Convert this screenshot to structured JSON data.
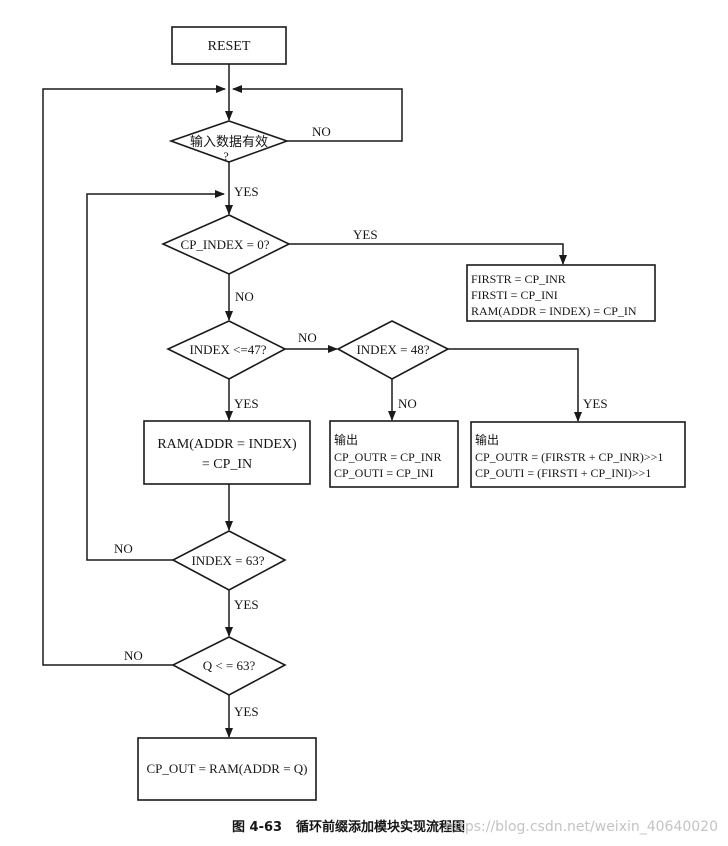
{
  "nodes": {
    "reset": "RESET",
    "input_valid_line1": "输入数据有效",
    "input_valid_line2": "?",
    "cp_index_check": "CP_INDEX = 0?",
    "first_block": [
      "FIRSTR = CP_INR",
      "FIRSTI = CP_INI",
      "RAM(ADDR = INDEX) = CP_IN"
    ],
    "index_le_47": "INDEX <=47?",
    "index_eq_48": "INDEX = 48?",
    "ram_write_line1": "RAM(ADDR = INDEX)",
    "ram_write_line2": "= CP_IN",
    "output_no": [
      "输出",
      "CP_OUTR = CP_INR",
      "CP_OUTI = CP_INI"
    ],
    "output_yes": [
      "输出",
      "CP_OUTR = (FIRSTR + CP_INR)>>1",
      "CP_OUTI = (FIRSTI + CP_INI)>>1"
    ],
    "index_eq_63": "INDEX = 63?",
    "q_le_63": "Q < = 63?",
    "cp_out": "CP_OUT = RAM(ADDR = Q)"
  },
  "labels": {
    "yes": "YES",
    "no": "NO"
  },
  "caption": {
    "number": "图 4-63",
    "title": "循环前缀添加模块实现流程图"
  },
  "watermark": "https://blog.csdn.net/weixin_40640020"
}
